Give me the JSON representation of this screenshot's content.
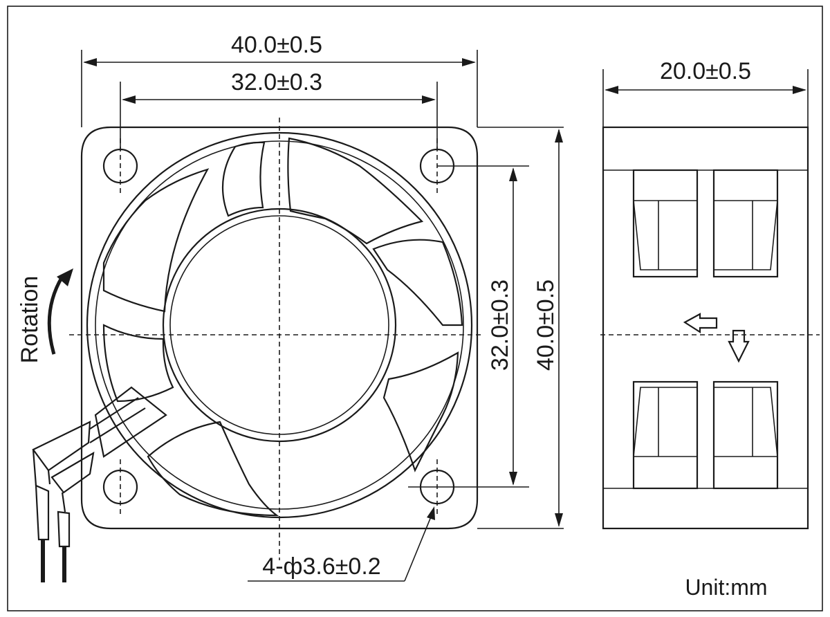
{
  "dimensions": {
    "front_width_outer": "40.0±0.5",
    "front_width_inner": "32.0±0.3",
    "front_height_inner": "32.0±0.3",
    "front_height_outer": "40.0±0.5",
    "side_depth": "20.0±0.5",
    "hole_callout": "4-ф3.6±0.2"
  },
  "labels": {
    "rotation": "Rotation",
    "unit": "Unit:mm"
  }
}
